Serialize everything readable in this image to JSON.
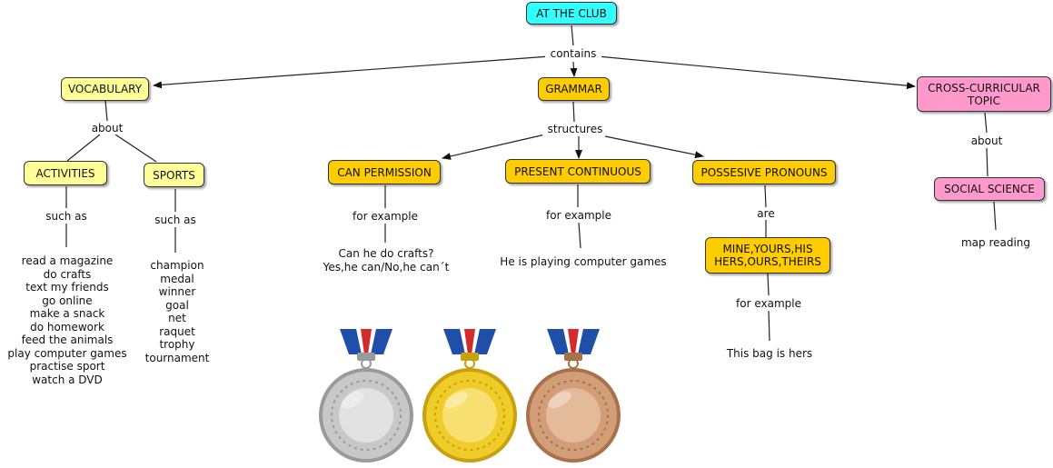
{
  "colors": {
    "root": "#33ffff",
    "vocab": "#ffff99",
    "grammar": "#ffcc00",
    "topic": "#ff99cc",
    "line": "#222222"
  },
  "nodes": {
    "root": "AT THE CLUB",
    "vocabulary": "VOCABULARY",
    "grammar": "GRAMMAR",
    "cross": [
      "CROSS-CURRICULAR",
      "TOPIC"
    ],
    "activities": "ACTIVITIES",
    "sports": "SPORTS",
    "can_permission": "CAN PERMISSION",
    "present_continuous": "PRESENT CONTINUOUS",
    "possesive_pronouns": "POSSESIVE PRONOUNS",
    "pronouns_list": [
      "MINE,YOURS,HIS",
      "HERS,OURS,THEIRS"
    ],
    "social_science": "SOCIAL SCIENCE"
  },
  "links": {
    "contains": "contains",
    "about_vocab": "about",
    "structures": "structures",
    "about_topic": "about",
    "such_as_activities": "such as",
    "such_as_sports": "such as",
    "for_example_can": "for example",
    "for_example_present": "for example",
    "are": "are",
    "for_example_pronouns": "for example"
  },
  "texts": {
    "activities_list": [
      "read a magazine",
      "do crafts",
      "text my friends",
      "go online",
      "make a snack",
      "do homework",
      "feed the animals",
      "play computer games",
      "practise sport",
      "watch a DVD"
    ],
    "sports_list": [
      "champion",
      "medal",
      "winner",
      "goal",
      "net",
      "raquet",
      "trophy",
      "tournament"
    ],
    "can_example": [
      "Can he do crafts?",
      "Yes,he can/No,he can´t"
    ],
    "present_example": "He is playing computer games",
    "pronoun_example": "This bag is hers",
    "topic_example": "map reading"
  },
  "medals": [
    {
      "name": "silver-medal",
      "fill": "#c8c8c8",
      "ring": "#9a9a9a",
      "inner": "#e2e2e2"
    },
    {
      "name": "gold-medal",
      "fill": "#f0cc2a",
      "ring": "#c9a10f",
      "inner": "#f7e070"
    },
    {
      "name": "bronze-medal",
      "fill": "#d29e77",
      "ring": "#a8714b",
      "inner": "#e3bb9b"
    }
  ]
}
